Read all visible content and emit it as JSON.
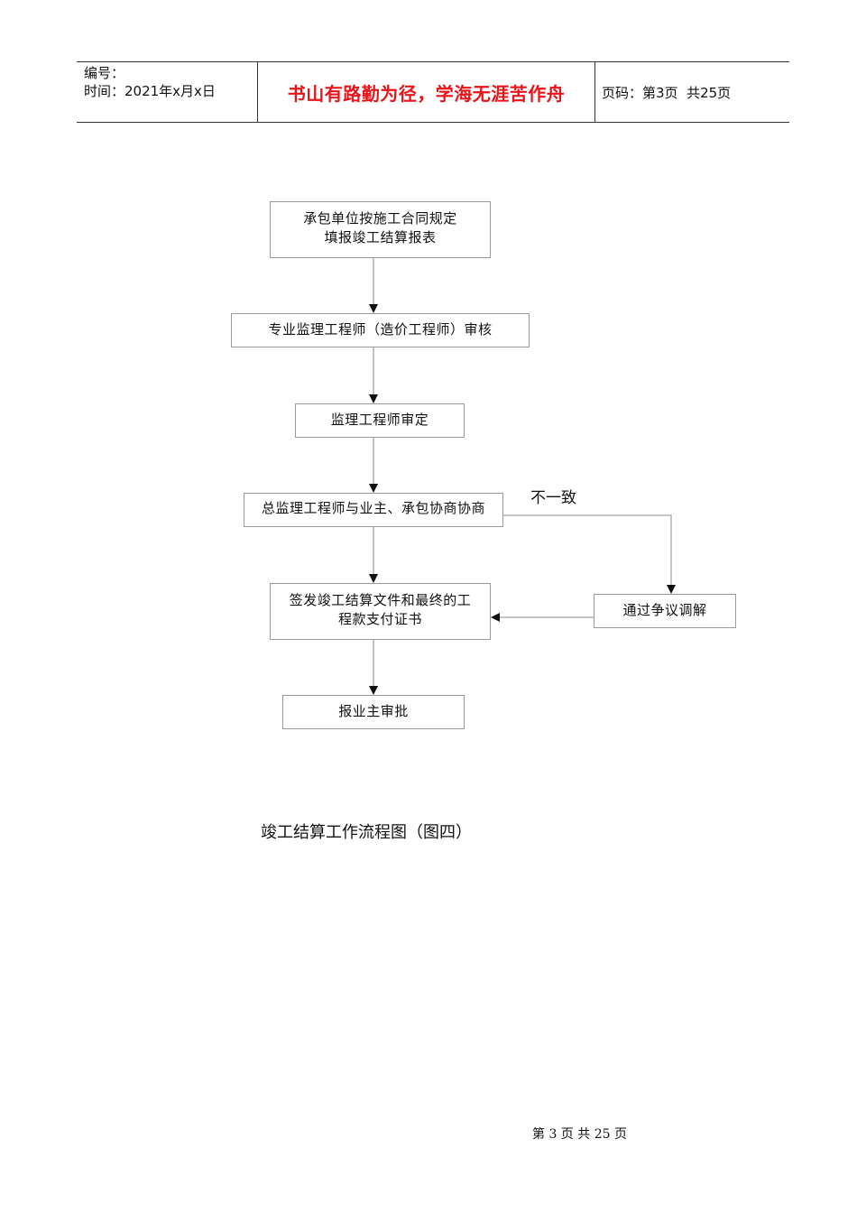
{
  "header": {
    "number_label": "编号：",
    "time_label": "时间：2021年x月x日",
    "motto": "书山有路勤为径，学海无涯苦作舟",
    "page_label": "页码：第3页  共25页"
  },
  "flowchart": {
    "steps": [
      "承包单位按施工合同规定\n填报竣工结算报表",
      "专业监理工程师（造价工程师）审核",
      "监理工程师审定",
      "总监理工程师与业主、承包协商协商",
      "签发竣工结算文件和最终的工\n程款支付证书",
      "报业主审批"
    ],
    "side_step": "通过争议调解",
    "branch_label": "不一致"
  },
  "caption": "竣工结算工作流程图（图四）",
  "footer": "第 3 页 共 25 页"
}
